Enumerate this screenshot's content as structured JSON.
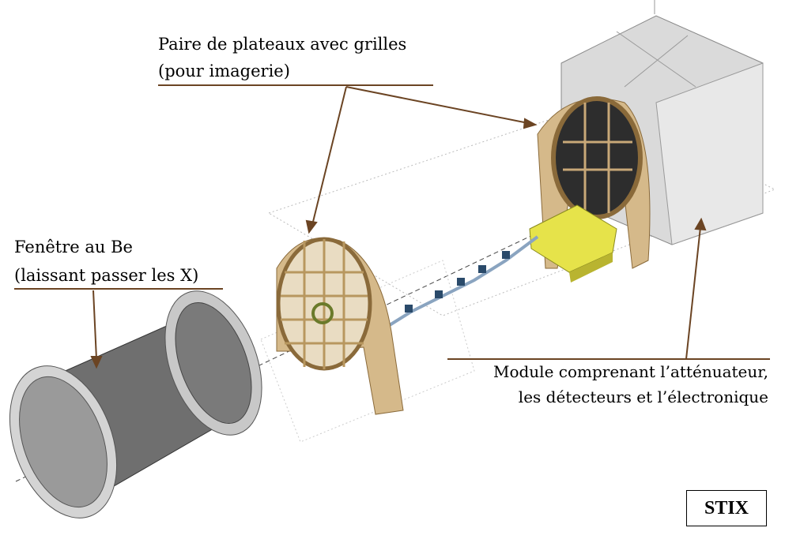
{
  "labels": {
    "plates": {
      "line1": "Paire de plateaux avec grilles",
      "line2": "(pour imagerie)"
    },
    "window": {
      "line1": "Fenêtre au Be",
      "line2": "(laissant passer les X)"
    },
    "module": {
      "line1": "Module comprenant l’atténuateur,",
      "line2": "les détecteurs et l’électronique"
    }
  },
  "badge": "STIX",
  "colors": {
    "leader": "#6b4423",
    "frame": "#c8a878",
    "body": "#707070",
    "electronics": "#e6e34a",
    "housing": "#d8d8d8"
  }
}
